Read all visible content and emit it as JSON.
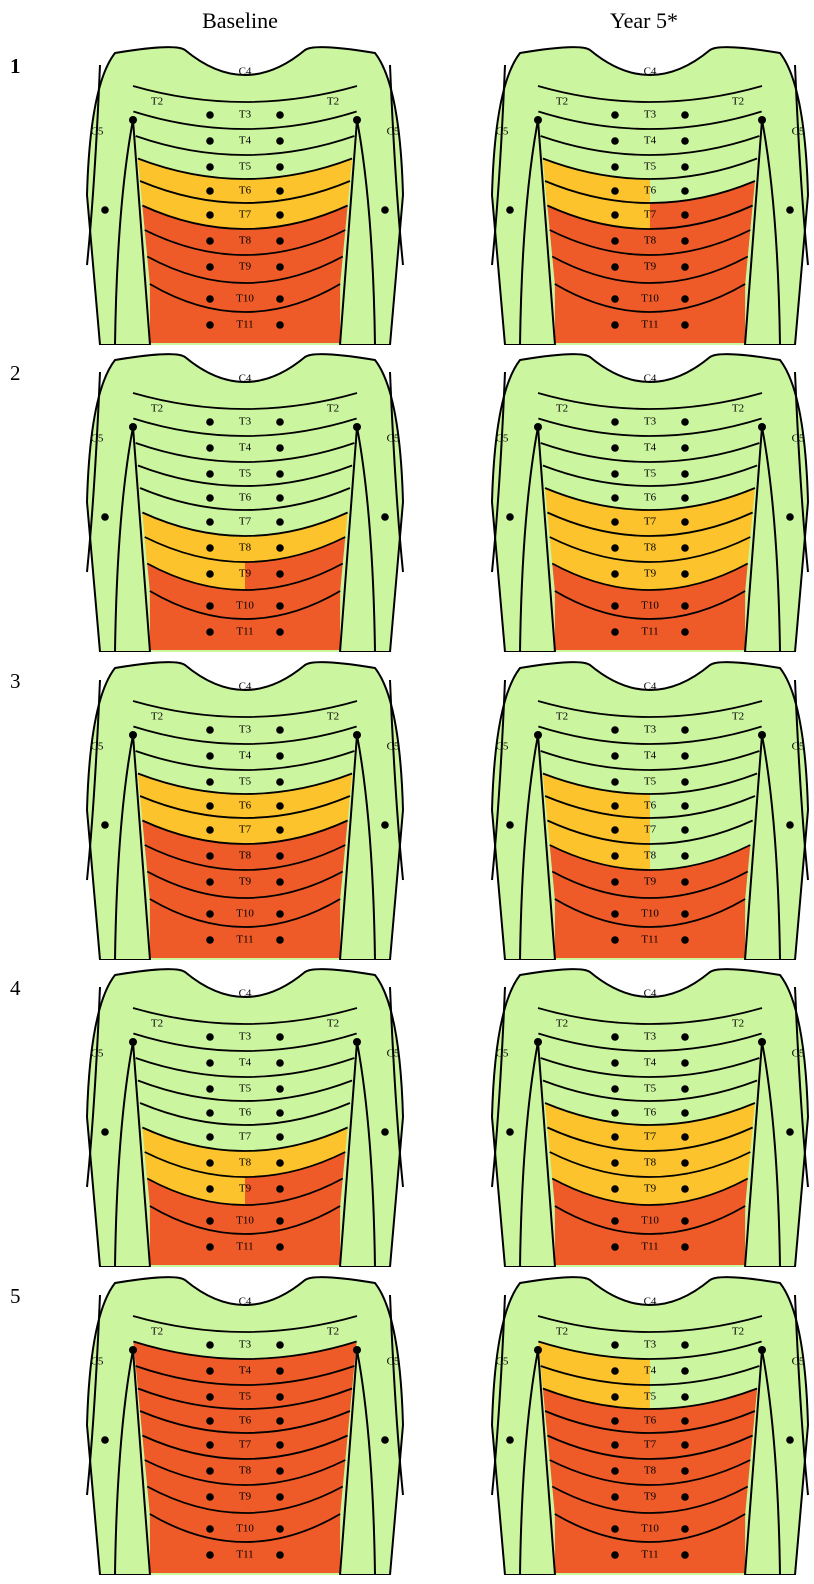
{
  "column_headers": [
    "Baseline",
    "Year 5*"
  ],
  "row_labels": [
    "1",
    "2",
    "3",
    "4",
    "5"
  ],
  "dermatome_labels": [
    "C4",
    "T2",
    "C5",
    "T3",
    "T4",
    "T5",
    "T6",
    "T7",
    "T8",
    "T9",
    "T10",
    "T11"
  ],
  "legend_colors": {
    "normal": "#ccf5a0",
    "impaired": "#fcc32d",
    "absent": "#ee5a28"
  },
  "panels": [
    {
      "row": "1",
      "column": "Baseline",
      "bands": {
        "T6": "impaired",
        "T7": "impaired",
        "T8": "absent",
        "T9": "absent",
        "T10": "absent",
        "T11": "absent"
      }
    },
    {
      "row": "1",
      "column": "Year 5*",
      "bands": {
        "T6": "impaired-left",
        "T7": "mixed",
        "T8": "absent",
        "T9": "absent",
        "T10": "absent",
        "T11": "absent"
      }
    },
    {
      "row": "2",
      "column": "Baseline",
      "bands": {
        "T8": "impaired",
        "T9": "mixed",
        "T10": "absent",
        "T11": "absent"
      }
    },
    {
      "row": "2",
      "column": "Year 5*",
      "bands": {
        "T7": "impaired",
        "T8": "impaired",
        "T9": "impaired",
        "T10": "absent",
        "T11": "absent"
      }
    },
    {
      "row": "3",
      "column": "Baseline",
      "bands": {
        "T6": "impaired",
        "T7": "impaired",
        "T8": "absent",
        "T9": "absent",
        "T10": "absent",
        "T11": "absent"
      }
    },
    {
      "row": "3",
      "column": "Year 5*",
      "bands": {
        "T6": "impaired-left",
        "T7": "impaired-left",
        "T8": "impaired-left",
        "T9": "absent",
        "T10": "absent",
        "T11": "absent"
      }
    },
    {
      "row": "4",
      "column": "Baseline",
      "bands": {
        "T8": "impaired",
        "T9": "mixed",
        "T10": "absent",
        "T11": "absent"
      }
    },
    {
      "row": "4",
      "column": "Year 5*",
      "bands": {
        "T7": "impaired",
        "T8": "impaired",
        "T9": "impaired",
        "T10": "absent",
        "T11": "absent"
      }
    },
    {
      "row": "5",
      "column": "Baseline",
      "bands": {
        "T4": "absent",
        "T5": "absent",
        "T6": "absent",
        "T7": "absent",
        "T8": "absent",
        "T9": "absent",
        "T10": "absent",
        "T11": "absent"
      }
    },
    {
      "row": "5",
      "column": "Year 5*",
      "bands": {
        "T4": "impaired-left",
        "T5": "impaired-left",
        "T6": "absent",
        "T7": "absent",
        "T8": "absent",
        "T9": "absent",
        "T10": "absent",
        "T11": "absent"
      }
    }
  ]
}
